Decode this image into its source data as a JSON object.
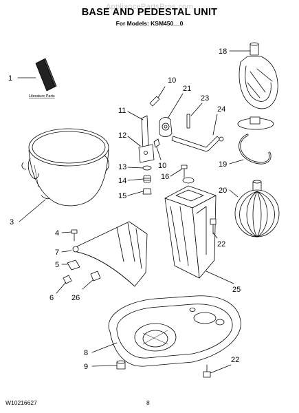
{
  "header": {
    "watermark": "AppliancePartsPros.com",
    "title": "BASE AND PEDESTAL UNIT",
    "subtitle": "For Models: KSM450__0"
  },
  "literature_label": "Literature Parts",
  "callouts": {
    "c1": "1",
    "c3": "3",
    "c4": "4",
    "c5": "5",
    "c6": "6",
    "c7": "7",
    "c8": "8",
    "c9": "9",
    "c10a": "10",
    "c10b": "10",
    "c11": "11",
    "c12": "12",
    "c13": "13",
    "c14": "14",
    "c15": "15",
    "c16": "16",
    "c18": "18",
    "c19": "19",
    "c20": "20",
    "c21": "21",
    "c22a": "22",
    "c22b": "22",
    "c23": "23",
    "c24": "24",
    "c25": "25",
    "c26": "26"
  },
  "footer": {
    "doc_number": "W10216627",
    "page_number": "8"
  }
}
